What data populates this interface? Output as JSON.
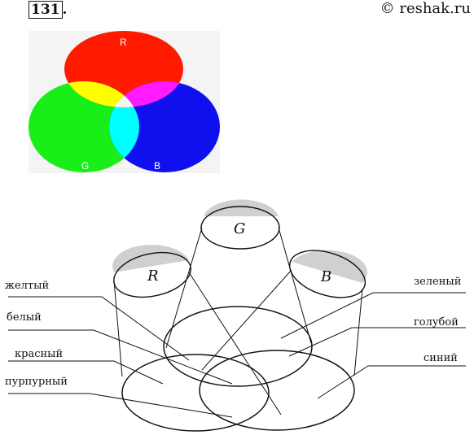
{
  "header": {
    "task_number": "131",
    "task_suffix": ".",
    "copyright": "© reshak.ru"
  },
  "rgb_figure": {
    "labels": {
      "red": "R",
      "green": "G",
      "blue": "B"
    },
    "colors": {
      "red": "#ff1a00",
      "green": "#18ee18",
      "blue": "#1010ee",
      "yellow": "#ffff00",
      "magenta": "#ff1aff",
      "cyan": "#00ffff",
      "white": "#f6f6ee",
      "background": "#f4f4f4"
    }
  },
  "diagram": {
    "lamps": {
      "g": "G",
      "r": "R",
      "b": "B"
    },
    "labels_left": [
      "желтый",
      "белый",
      "красный",
      "пурпурный"
    ],
    "labels_right": [
      "зеленый",
      "голубой",
      "синий"
    ]
  }
}
